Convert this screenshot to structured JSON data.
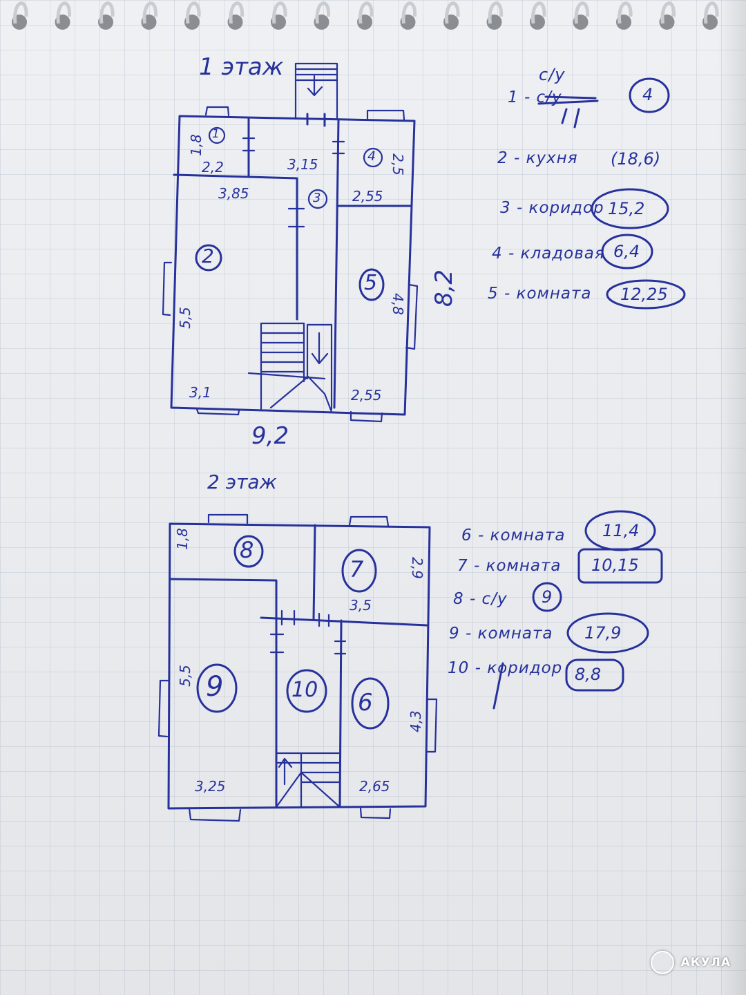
{
  "floor1": {
    "title": "1 этаж",
    "rooms": [
      "1",
      "2",
      "3",
      "4",
      "5"
    ],
    "dims": {
      "d1_8": "1,8",
      "d2_2": "2,2",
      "d3_15": "3,15",
      "d2_5": "2,5",
      "d3_85": "3,85",
      "d2_55_top": "2,55",
      "d5_5": "5,5",
      "d4_8": "4,8",
      "d3_1": "3,1",
      "d2_55_bot": "2,55",
      "width": "9,2",
      "height": "8,2"
    },
    "legend": [
      {
        "text": "1 - с/у",
        "area": "4"
      },
      {
        "text": "2 - кухня",
        "area": "(18,6)"
      },
      {
        "text": "3 - коридор",
        "area": "15,2"
      },
      {
        "text": "4 - кладовая",
        "area": "6,4"
      },
      {
        "text": "5 - комната",
        "area": "12,25"
      }
    ]
  },
  "floor2": {
    "title": "2 этаж",
    "rooms": [
      "6",
      "7",
      "8",
      "9",
      "10"
    ],
    "dims": {
      "d1_8": "1,8",
      "d2_9": "2,9",
      "d3_5": "3,5",
      "d5_5": "5,5",
      "d4_3": "4,3",
      "d3_25": "3,25",
      "d2_65": "2,65"
    },
    "legend": [
      {
        "text": "6 - комната",
        "area": "11,4"
      },
      {
        "text": "7 - комната",
        "area": "10,15"
      },
      {
        "text": "8 - с/у",
        "area": "9"
      },
      {
        "text": "9 - комната",
        "area": "17,9"
      },
      {
        "text": "10 - коридор",
        "area": "8,8"
      }
    ]
  },
  "watermark": "АКУЛА",
  "colors": {
    "ink": "#27319b",
    "paper": "#eceef1"
  }
}
